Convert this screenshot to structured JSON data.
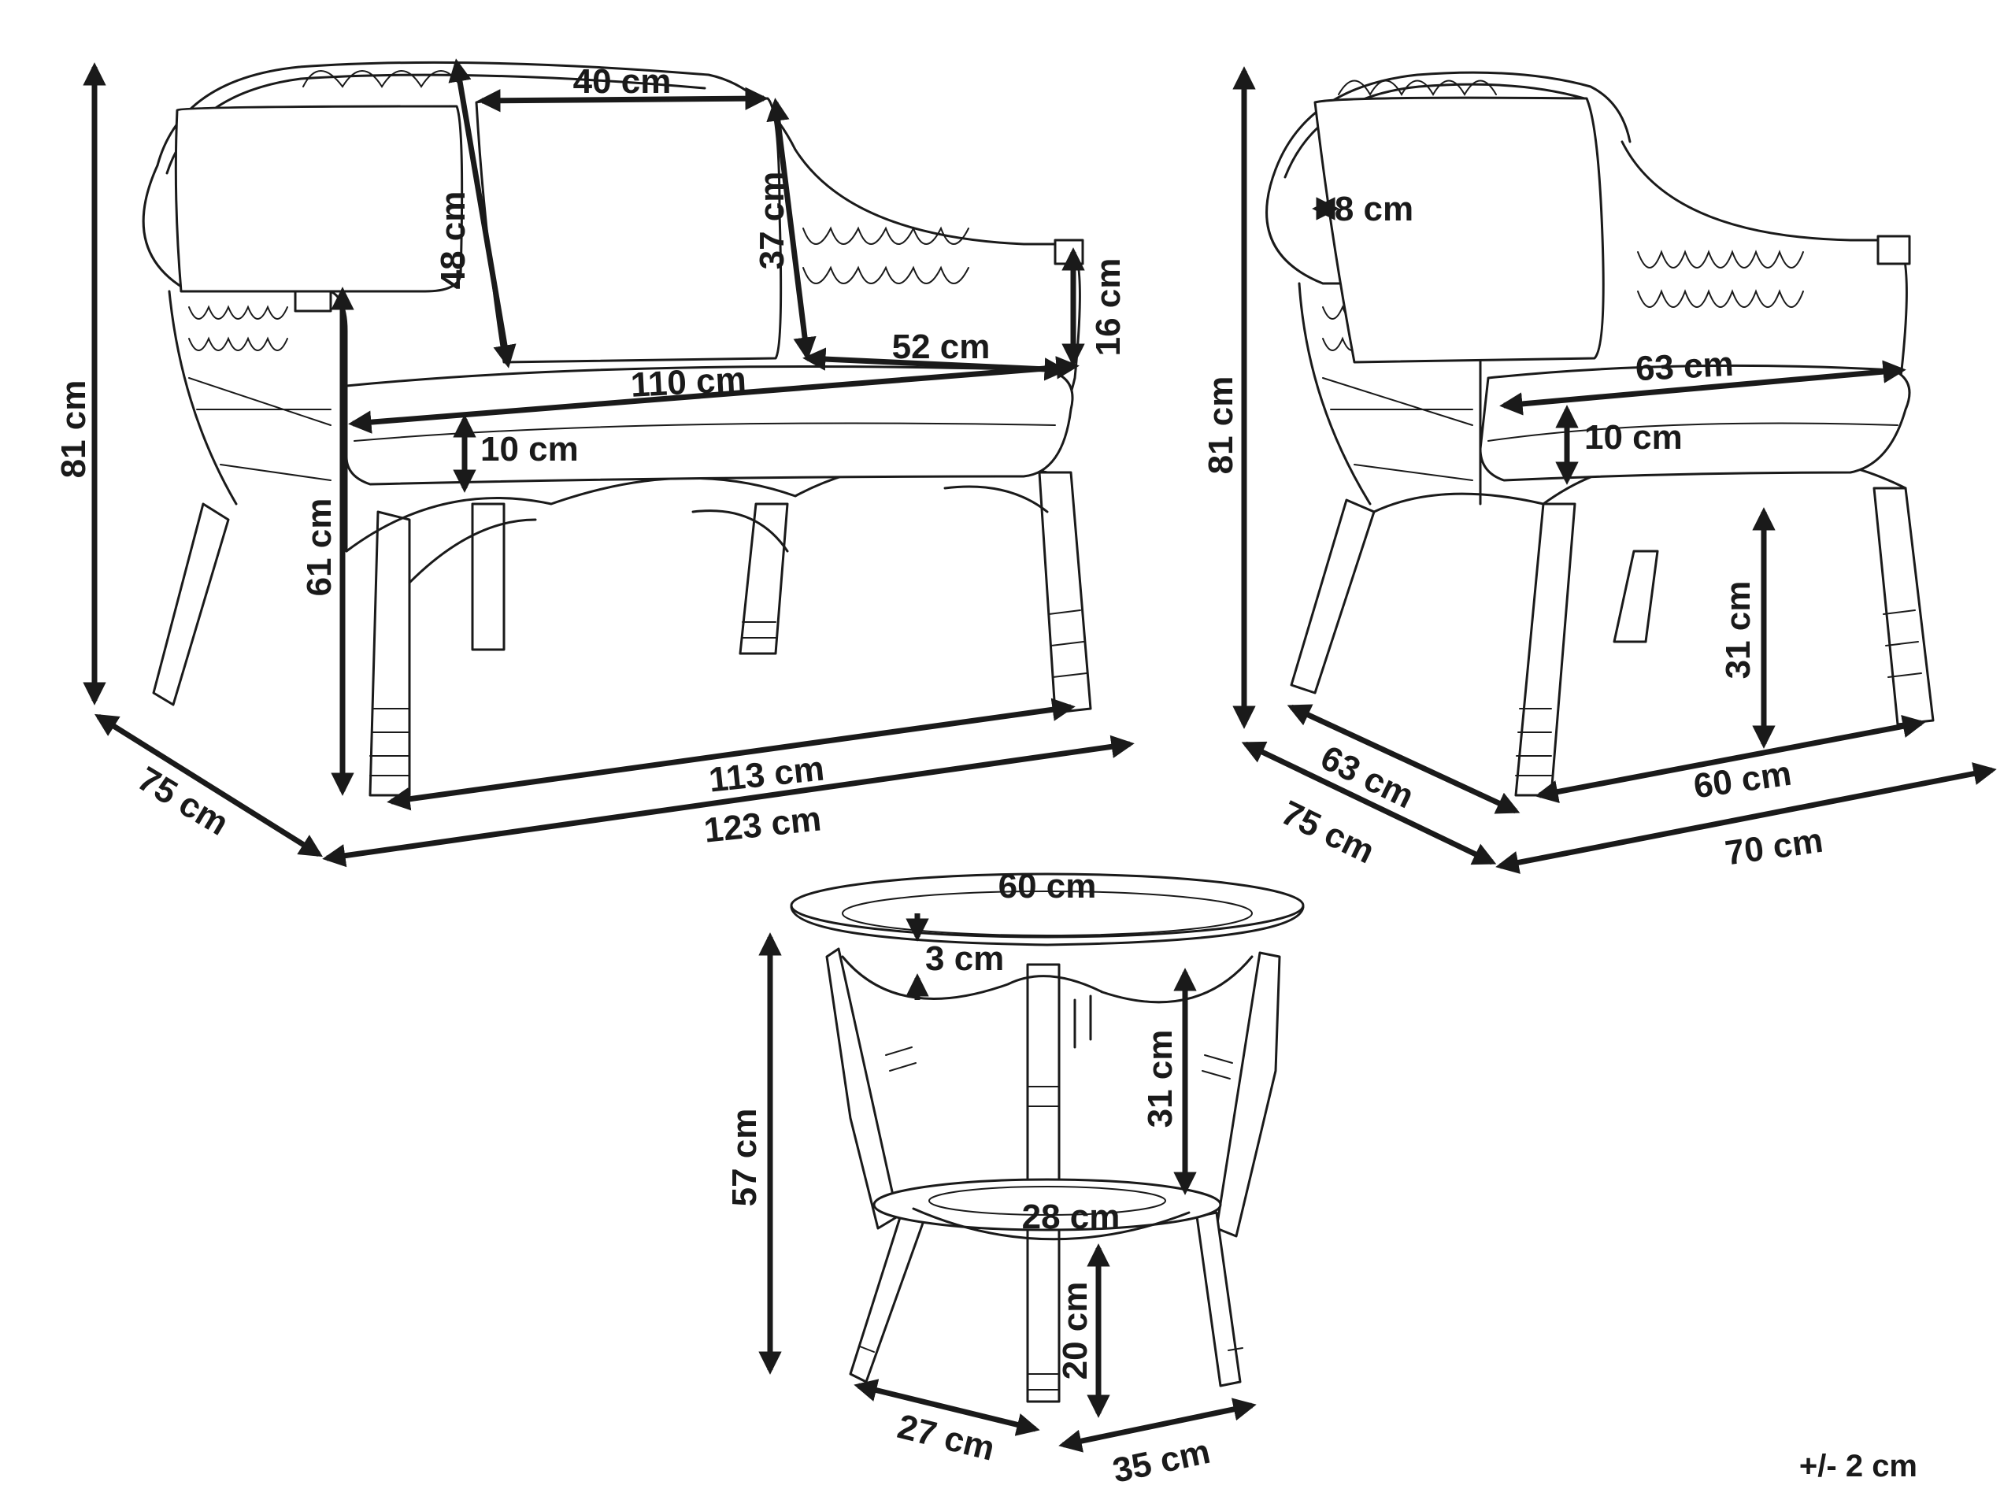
{
  "tolerance": "+/- 2 cm",
  "sofa": {
    "height": "81 cm",
    "depth": "75 cm",
    "width_total": "123 cm",
    "width_legs": "113 cm",
    "seat_width": "110 cm",
    "seat_cushion_thickness": "10 cm",
    "seat_height": "61 cm",
    "back_cushion_width": "40 cm",
    "back_cushion_height": "48 cm",
    "backrest_height": "37 cm",
    "seat_depth": "52 cm",
    "armrest_height": "16 cm"
  },
  "armchair": {
    "height": "81 cm",
    "back_cushion_thickness": "8 cm",
    "seat_width": "63 cm",
    "seat_cushion_thickness": "10 cm",
    "seat_height": "31 cm",
    "depth_legs": "63 cm",
    "depth_total": "75 cm",
    "width_legs": "60 cm",
    "width_total": "70 cm"
  },
  "table": {
    "top_diameter": "60 cm",
    "top_thickness": "3 cm",
    "height": "57 cm",
    "frame_height": "31 cm",
    "shelf_diameter": "28 cm",
    "shelf_height": "20 cm",
    "base_depth": "27 cm",
    "base_width": "35 cm"
  }
}
